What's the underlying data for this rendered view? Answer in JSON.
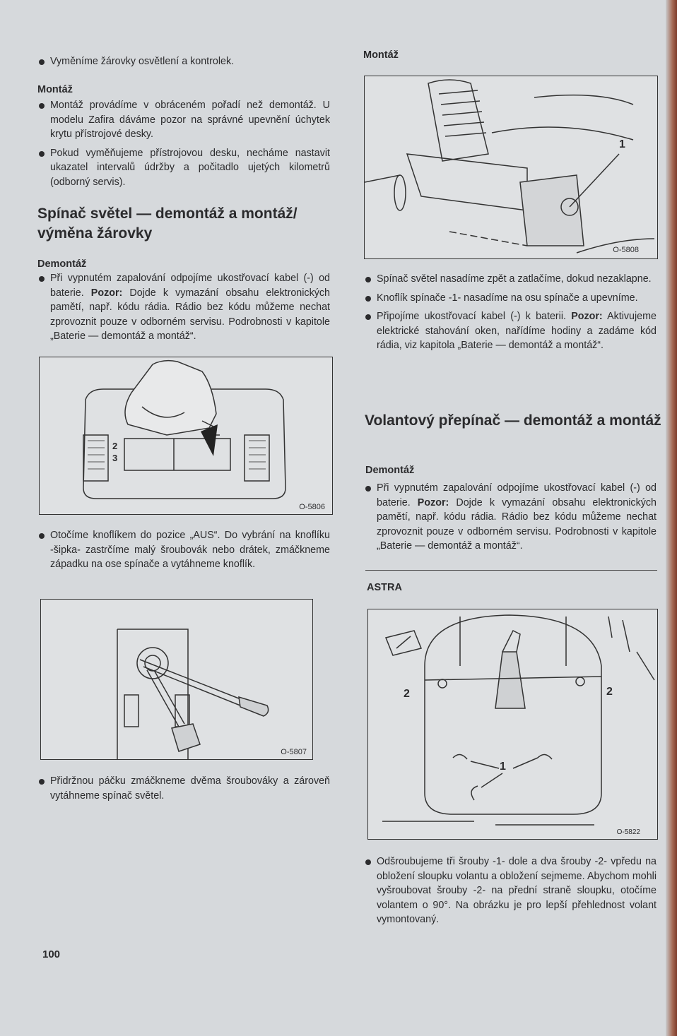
{
  "left": {
    "intro_bullet": "Vyměníme žárovky osvětlení a kontrolek.",
    "montaz_heading": "Montáž",
    "montaz_bullets": [
      "Montáž provádíme v obráceném pořadí než demontáž. U modelu Zafira dáváme pozor na správné upevnění úchytek krytu přístrojové desky.",
      "Pokud vyměňujeme přístrojovou desku, necháme nastavit ukazatel intervalů údržby a počitadlo ujetých kilometrů (odborný servis)."
    ],
    "section_title": "Spínač světel — demontáž a montáž/ výměna žárovky",
    "demontaz_heading": "Demontáž",
    "demontaz_bullet": {
      "pre": "Při vypnutém zapalování odpojíme ukostřovací kabel (-) od baterie. ",
      "bold": "Pozor:",
      "post": " Dojde k vymazání obsahu elektronických pamětí, např. kódu rádia. Rádio bez kódu můžeme nechat zprovoznit pouze v odborném servisu. Podrobnosti v kapitole „Baterie — demontáž a montáž“."
    },
    "figure1": {
      "code": "O-5806",
      "labels": [
        "2",
        "3"
      ]
    },
    "bullet_aus": "Otočíme knoflíkem do pozice „AUS“. Do vybrání na knoflíku -šipka- zastrčíme malý šroubovák nebo drátek, zmáčkneme západku na ose spínače a vytáhneme knoflík.",
    "figure2": {
      "code": "O-5807"
    },
    "bullet_final": "Přidržnou páčku zmáčkneme dvěma šroubováky a zároveň vytáhneme spínač světel."
  },
  "right": {
    "montaz_heading": "Montáž",
    "figure1": {
      "code": "O-5808",
      "label": "1"
    },
    "bullets": [
      "Spínač světel nasadíme zpět a zatlačíme, dokud nezaklapne.",
      "Knoflík spínače -1- nasadíme na osu spínače a upevníme."
    ],
    "bullet_pozor": {
      "pre": "Připojíme ukostřovací kabel (-) k baterii. ",
      "bold": "Pozor:",
      "post": " Aktivujeme elektrické stahování oken, nařídíme hodiny a zadáme kód rádia, viz kapitola „Baterie — demontáž a montáž“."
    },
    "section_title": "Volantový přepínač — demontáž a montáž",
    "demontaz_heading": "Demontáž",
    "demontaz_bullet": {
      "pre": "Při vypnutém zapalování odpojíme ukostřovací kabel (-) od baterie. ",
      "bold": "Pozor:",
      "post": " Dojde k vymazání obsahu elektronických pamětí, např. kódu rádia. Rádio bez kódu můžeme nechat zprovoznit pouze v odborném servisu. Podrobnosti v kapitole „Baterie — demontáž a montáž“."
    },
    "astra_heading": "ASTRA",
    "figure2": {
      "code": "O-5822",
      "labels": [
        "2",
        "2",
        "1"
      ]
    },
    "bullet_final": "Odšroubujeme tři šrouby -1- dole a dva šrouby -2- vpředu na obložení sloupku volantu a obložení sejmeme. Abychom mohli vyšroubovat šrouby -2- na přední straně sloupku, otočíme volantem o 90°. Na obrázku je pro lepší přehlednost volant vymontovaný."
  },
  "page_number": "100"
}
